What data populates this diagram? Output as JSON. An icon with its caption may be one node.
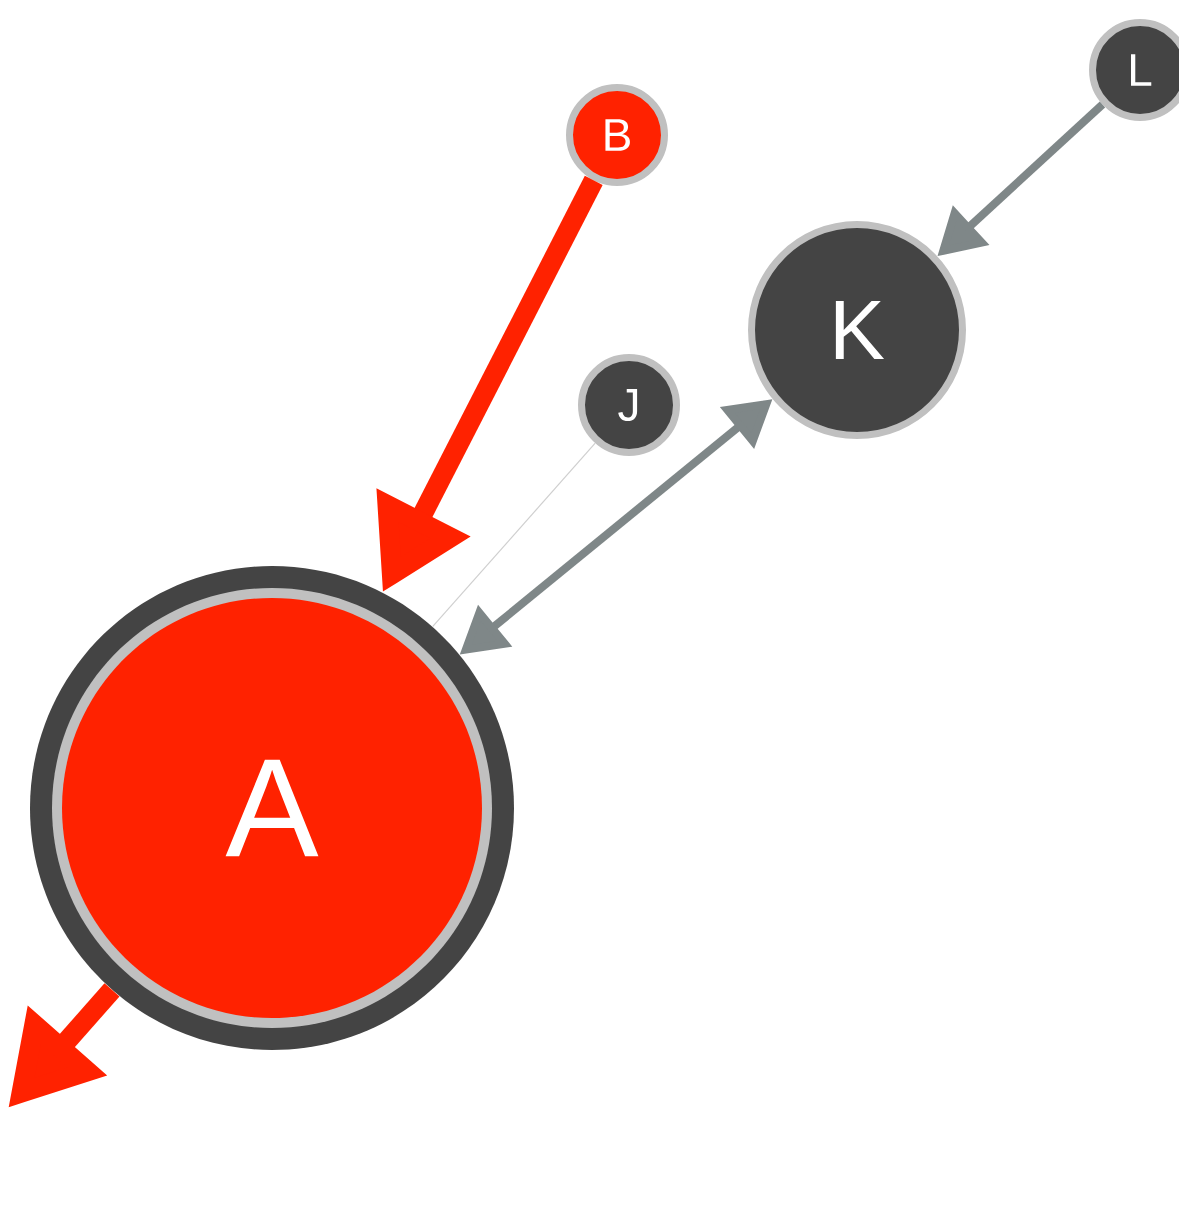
{
  "diagram": {
    "nodes": [
      {
        "text": [
          "A"
        ]
      },
      {
        "text": [
          "B"
        ]
      },
      {
        "text": [
          "J"
        ]
      },
      {
        "text": [
          "K"
        ]
      },
      {
        "text": [
          "L"
        ]
      }
    ],
    "edges": [
      {
        "from": 1,
        "to": 0,
        "arrow": "to",
        "style": "thick",
        "color": "#ff2200"
      },
      {
        "from": 2,
        "to": 0,
        "arrow": "none",
        "color": "#cfcfcf"
      },
      {
        "from": 0,
        "to": 3,
        "arrow": "both",
        "color": "#7f8788"
      },
      {
        "from": 4,
        "to": 3,
        "arrow": "to",
        "color": "#7f8788"
      },
      {
        "from": 0,
        "to": null,
        "arrow": "to",
        "style": "thick",
        "color": "#ff2200"
      }
    ]
  }
}
